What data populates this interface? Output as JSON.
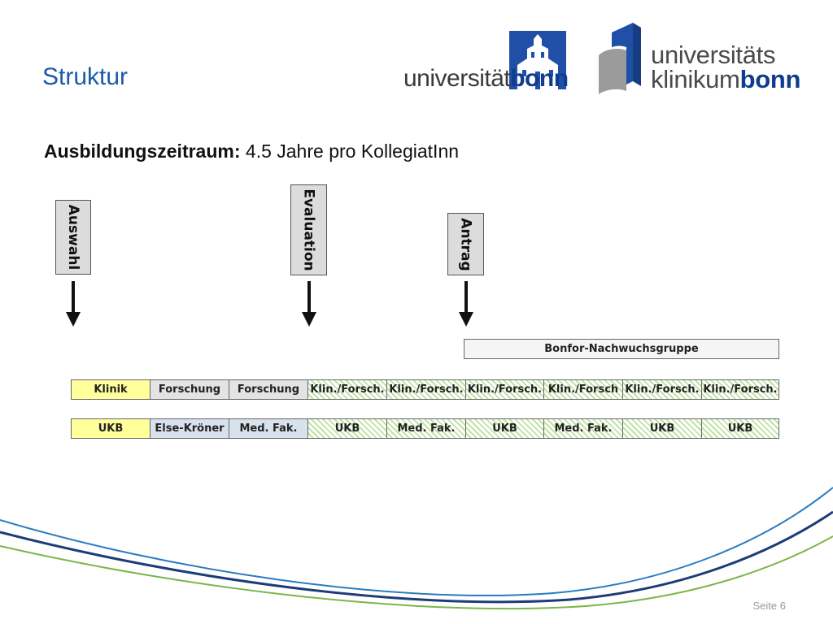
{
  "slide": {
    "title": "Struktur",
    "subtitle_bold": "Ausbildungszeitraum:",
    "subtitle_rest": "4.5 Jahre pro KollegiatInn",
    "page_label": "Seite 6"
  },
  "logos": {
    "uni_part1": "universität",
    "uni_part2": "bonn",
    "ukb_line1": "universitäts",
    "ukb_line2_part1": "klinikum",
    "ukb_line2_part2": "bonn"
  },
  "markers": [
    {
      "label": "Auswahl"
    },
    {
      "label": "Evaluation"
    },
    {
      "label": "Antrag"
    }
  ],
  "bonfor_label": "Bonfor-Nachwuchsgruppe",
  "row1": [
    {
      "label": "Klinik"
    },
    {
      "label": "Forschung"
    },
    {
      "label": "Forschung"
    },
    {
      "label": "Klin./Forsch."
    },
    {
      "label": "Klin./Forsch."
    },
    {
      "label": "Klin./Forsch."
    },
    {
      "label": "Klin./Forsch"
    },
    {
      "label": "Klin./Forsch."
    },
    {
      "label": "Klin./Forsch."
    }
  ],
  "row2": [
    {
      "label": "UKB"
    },
    {
      "label": "Else-Kröner"
    },
    {
      "label": "Med. Fak."
    },
    {
      "label": "UKB"
    },
    {
      "label": "Med. Fak."
    },
    {
      "label": "UKB"
    },
    {
      "label": "Med. Fak."
    },
    {
      "label": "UKB"
    },
    {
      "label": "UKB"
    }
  ],
  "colors": {
    "title_blue": "#1b5aa8",
    "klinik_yellow": "#ffff9c",
    "forschung_gray": "#e3e3e3",
    "medfak_blue": "#d7e2ec",
    "hatch_green": "#bfe3a4",
    "swoosh_blue": "#2a7bc0",
    "swoosh_green": "#7ab648"
  }
}
